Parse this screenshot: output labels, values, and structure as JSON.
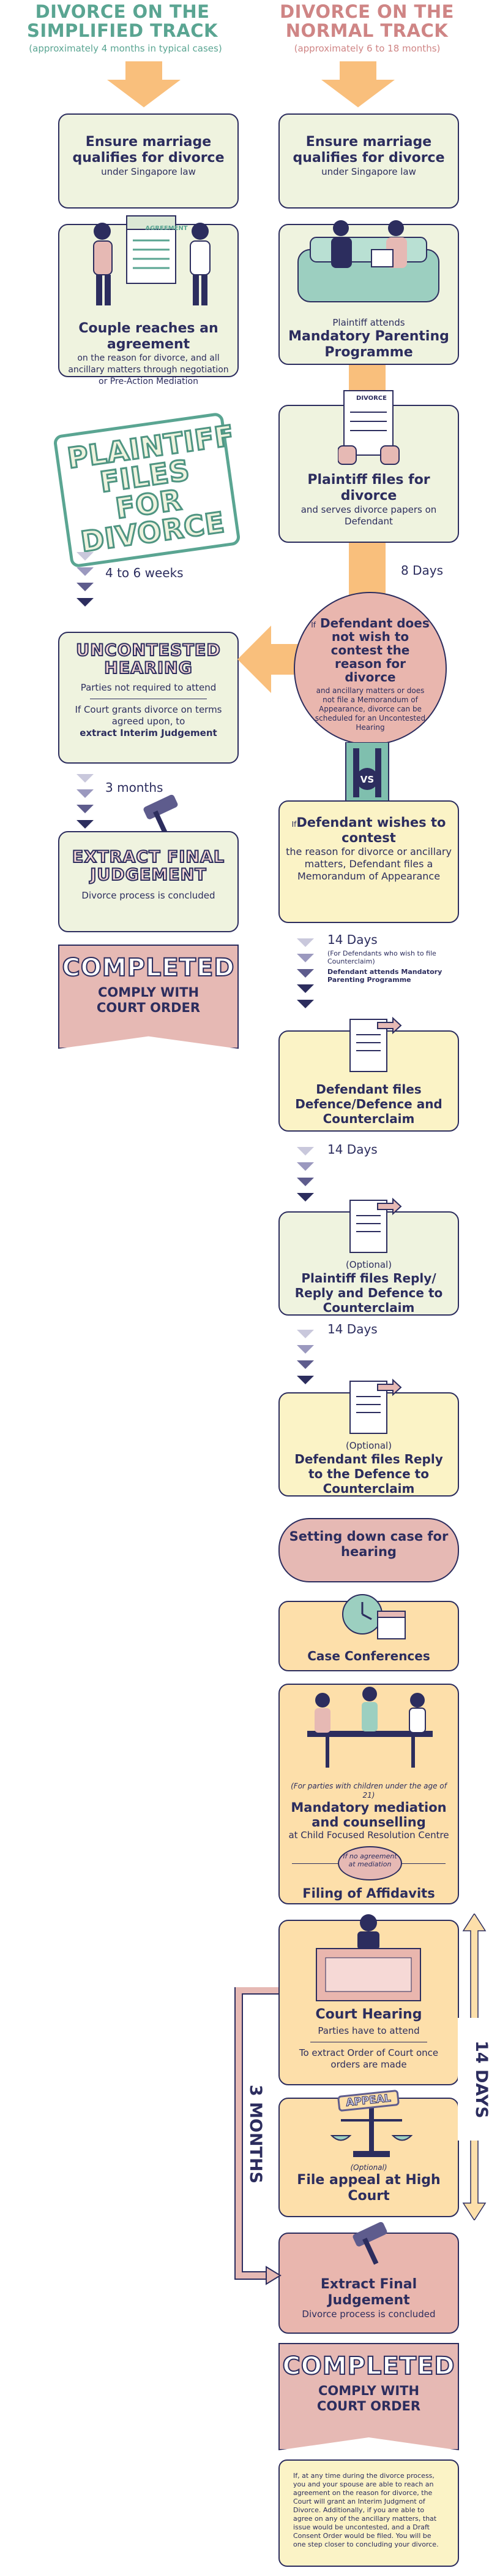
{
  "left_column": {
    "title_line1": "DIVORCE ON THE",
    "title_line2": "SIMPLIFIED TRACK",
    "subtitle": "(approximately 4 months in typical cases)",
    "card1": {
      "title": "Ensure marriage qualifies for divorce",
      "sub": "under Singapore law"
    },
    "card2": {
      "doc_label": "AGREEMENT",
      "title": "Couple reaches an agreement",
      "sub": "on the reason for divorce, and all ancillary matters through negotiation or Pre-Action Mediation"
    },
    "stamp_line1": "PLAINTIFF",
    "stamp_line2": "FILES FOR",
    "stamp_line3": "DIVORCE",
    "duration1": "4 to 6 weeks",
    "card3": {
      "title": "UNCONTESTED HEARING",
      "line1": "Parties not required to attend",
      "line2": "If Court grants divorce on terms agreed upon, to",
      "line2_bold": "extract Interim Judgement"
    },
    "duration2": "3 months",
    "card4": {
      "title": "EXTRACT FINAL JUDGEMENT",
      "sub": "Divorce process is concluded"
    },
    "completed": {
      "word": "COMPLETED",
      "line1": "COMPLY WITH",
      "line2": "COURT ORDER"
    }
  },
  "right_column": {
    "title_line1": "DIVORCE ON THE",
    "title_line2": "NORMAL TRACK",
    "subtitle": "(approximately 6 to 18 months)",
    "card1": {
      "title": "Ensure marriage qualifies for divorce",
      "sub": "under Singapore law"
    },
    "card2": {
      "pre": "Plaintiff attends",
      "title": "Mandatory Parenting Programme"
    },
    "card3": {
      "doc_label": "DIVORCE",
      "title": "Plaintiff files for divorce",
      "sub": "and serves divorce papers on Defendant"
    },
    "duration_8": "8 Days",
    "circle": {
      "if": "If",
      "title": "Defendant does not wish to contest the reason for divorce",
      "sub": "and ancillary matters or does not file a Memorandum of Appearance, divorce can be scheduled for an Uncontested Hearing"
    },
    "vs": "VS",
    "card4": {
      "if": "If",
      "title_bold": "Defendant wishes to contest",
      "sub": "the reason for divorce or ancillary matters, Defendant files a Memorandum of Appearance"
    },
    "days14_a": "14 Days",
    "days14_a_note": "(For Defendants who wish to file Counterclaim)",
    "days14_a_note2": "Defendant attends Mandatory Parenting Programme",
    "card5": {
      "title": "Defendant files Defence/Defence and Counterclaim"
    },
    "days14_b": "14 Days",
    "card6": {
      "optional": "(Optional)",
      "title": "Plaintiff files Reply/ Reply and Defence to Counterclaim"
    },
    "days14_c": "14 Days",
    "card7": {
      "optional": "(Optional)",
      "title": "Defendant files Reply to the Defence to Counterclaim"
    },
    "setting_down": "Setting down case for hearing",
    "case_conf": "Case Conferences",
    "mediation": {
      "note": "(For parties with children under the age of 21)",
      "title": "Mandatory mediation and counselling",
      "sub": "at Child Focused Resolution Centre",
      "bubble": "If no agreement at mediation",
      "filing": "Filing of Affidavits"
    },
    "court": {
      "title": "Court Hearing",
      "line1": "Parties have to attend",
      "line2": "To extract Order of Court once orders are made"
    },
    "appeal": {
      "stamp": "APPEAL",
      "optional": "(Optional)",
      "title": "File appeal at High Court"
    },
    "final": {
      "title": "Extract Final Judgement",
      "sub": "Divorce process is concluded"
    },
    "completed": {
      "word": "COMPLETED",
      "line1": "COMPLY WITH",
      "line2": "COURT ORDER"
    },
    "side_14days": "14 DAYS",
    "side_3months": "3 MONTHS",
    "footnote": "If, at any time during the divorce process, you and your spouse are able to reach an agreement on the reason for divorce, the Court will grant an Interim Judgment of Divorce. Additionally, if you are able to agree on any of the ancillary matters, that issue would be uncontested, and a Draft Consent Order would be filed. You will be one step closer to concluding your divorce."
  },
  "colors": {
    "navy": "#2c2d5e",
    "green": "#5aa592",
    "pink": "#cf8585",
    "light_green": "#eff3df",
    "yellow": "#fbf3c6",
    "orange": "#fddfaa",
    "rose": "#e9b6ae",
    "arrow": "#f9bf7c"
  }
}
